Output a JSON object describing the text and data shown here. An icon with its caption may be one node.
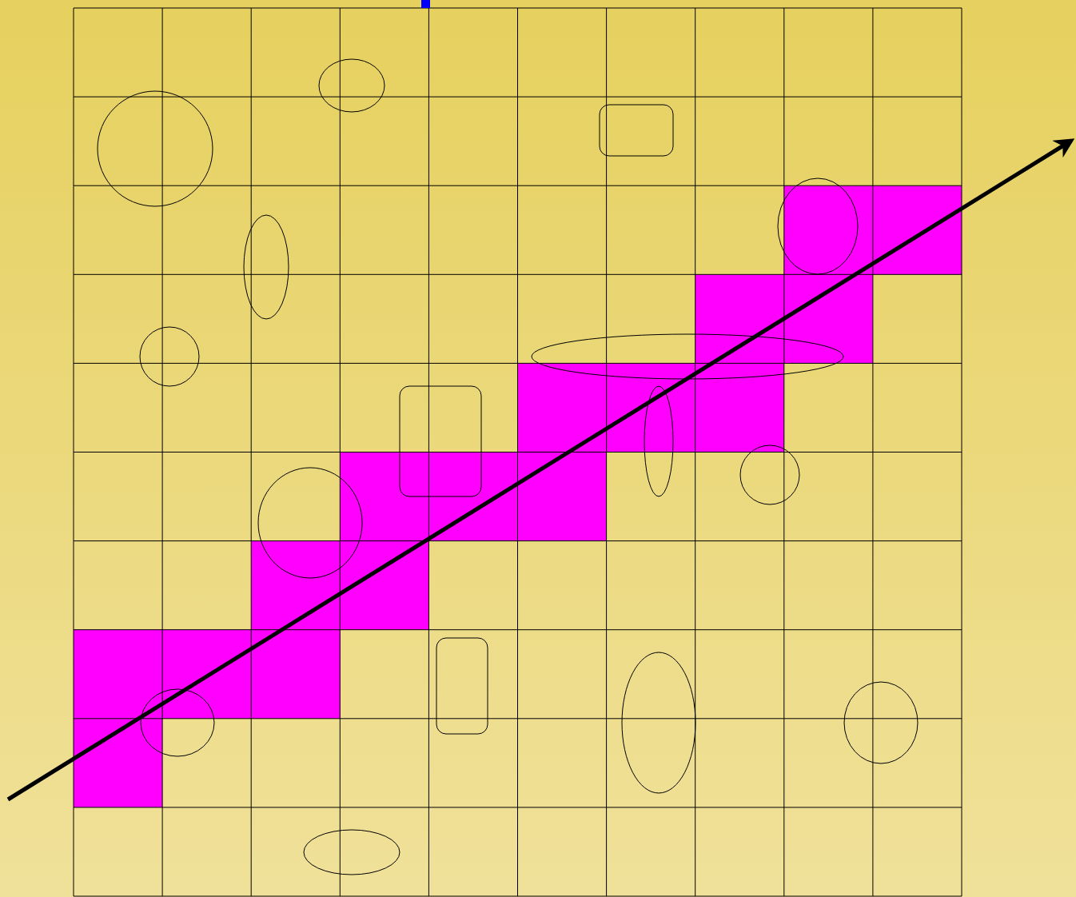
{
  "diagram": {
    "nodes": [
      {
        "text": [],
        "shape": "circle"
      },
      {
        "text": [],
        "shape": "ellipse"
      },
      {
        "text": [],
        "shape": "box"
      },
      {
        "text": [],
        "shape": "ellipse"
      },
      {
        "text": [],
        "shape": "ellipse"
      },
      {
        "text": [],
        "shape": "circle"
      },
      {
        "text": [],
        "shape": "ellipse"
      },
      {
        "text": [],
        "shape": "box"
      },
      {
        "text": [],
        "shape": "ellipse"
      },
      {
        "text": [],
        "shape": "circle"
      },
      {
        "text": [],
        "shape": "ellipse"
      },
      {
        "text": [],
        "shape": "box"
      },
      {
        "text": [],
        "shape": "ellipse"
      },
      {
        "text": [],
        "shape": "ellipse"
      },
      {
        "text": [],
        "shape": "ellipse"
      },
      {
        "text": [],
        "shape": "ellipse"
      }
    ]
  }
}
